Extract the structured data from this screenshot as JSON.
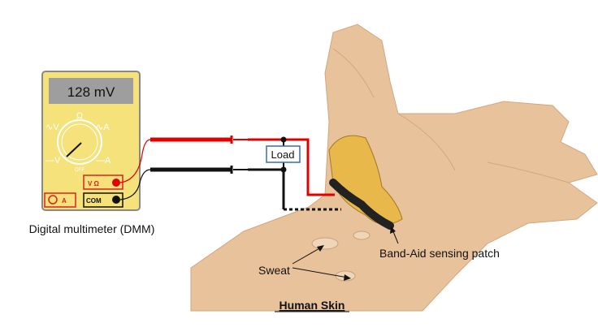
{
  "multimeter": {
    "display": "128 mV",
    "dial_top": "Ω",
    "ac_v": "∿V",
    "ac_a": "∿A",
    "dc_v": "—V",
    "dc_a": "—A",
    "off": "OFF",
    "port_vohm": "V Ω",
    "port_com": "COM",
    "port_a": "A",
    "caption": "Digital multimeter (DMM)"
  },
  "circuit": {
    "load": "Load"
  },
  "labels": {
    "patch": "Band-Aid sensing patch",
    "sweat": "Sweat",
    "skin": "Human Skin"
  },
  "colors": {
    "meter_body": "#f5e27a",
    "display": "#9e9e9e",
    "skin": "#e8c29a",
    "patch": "#e8b84a",
    "red_lead": "#e00000"
  }
}
